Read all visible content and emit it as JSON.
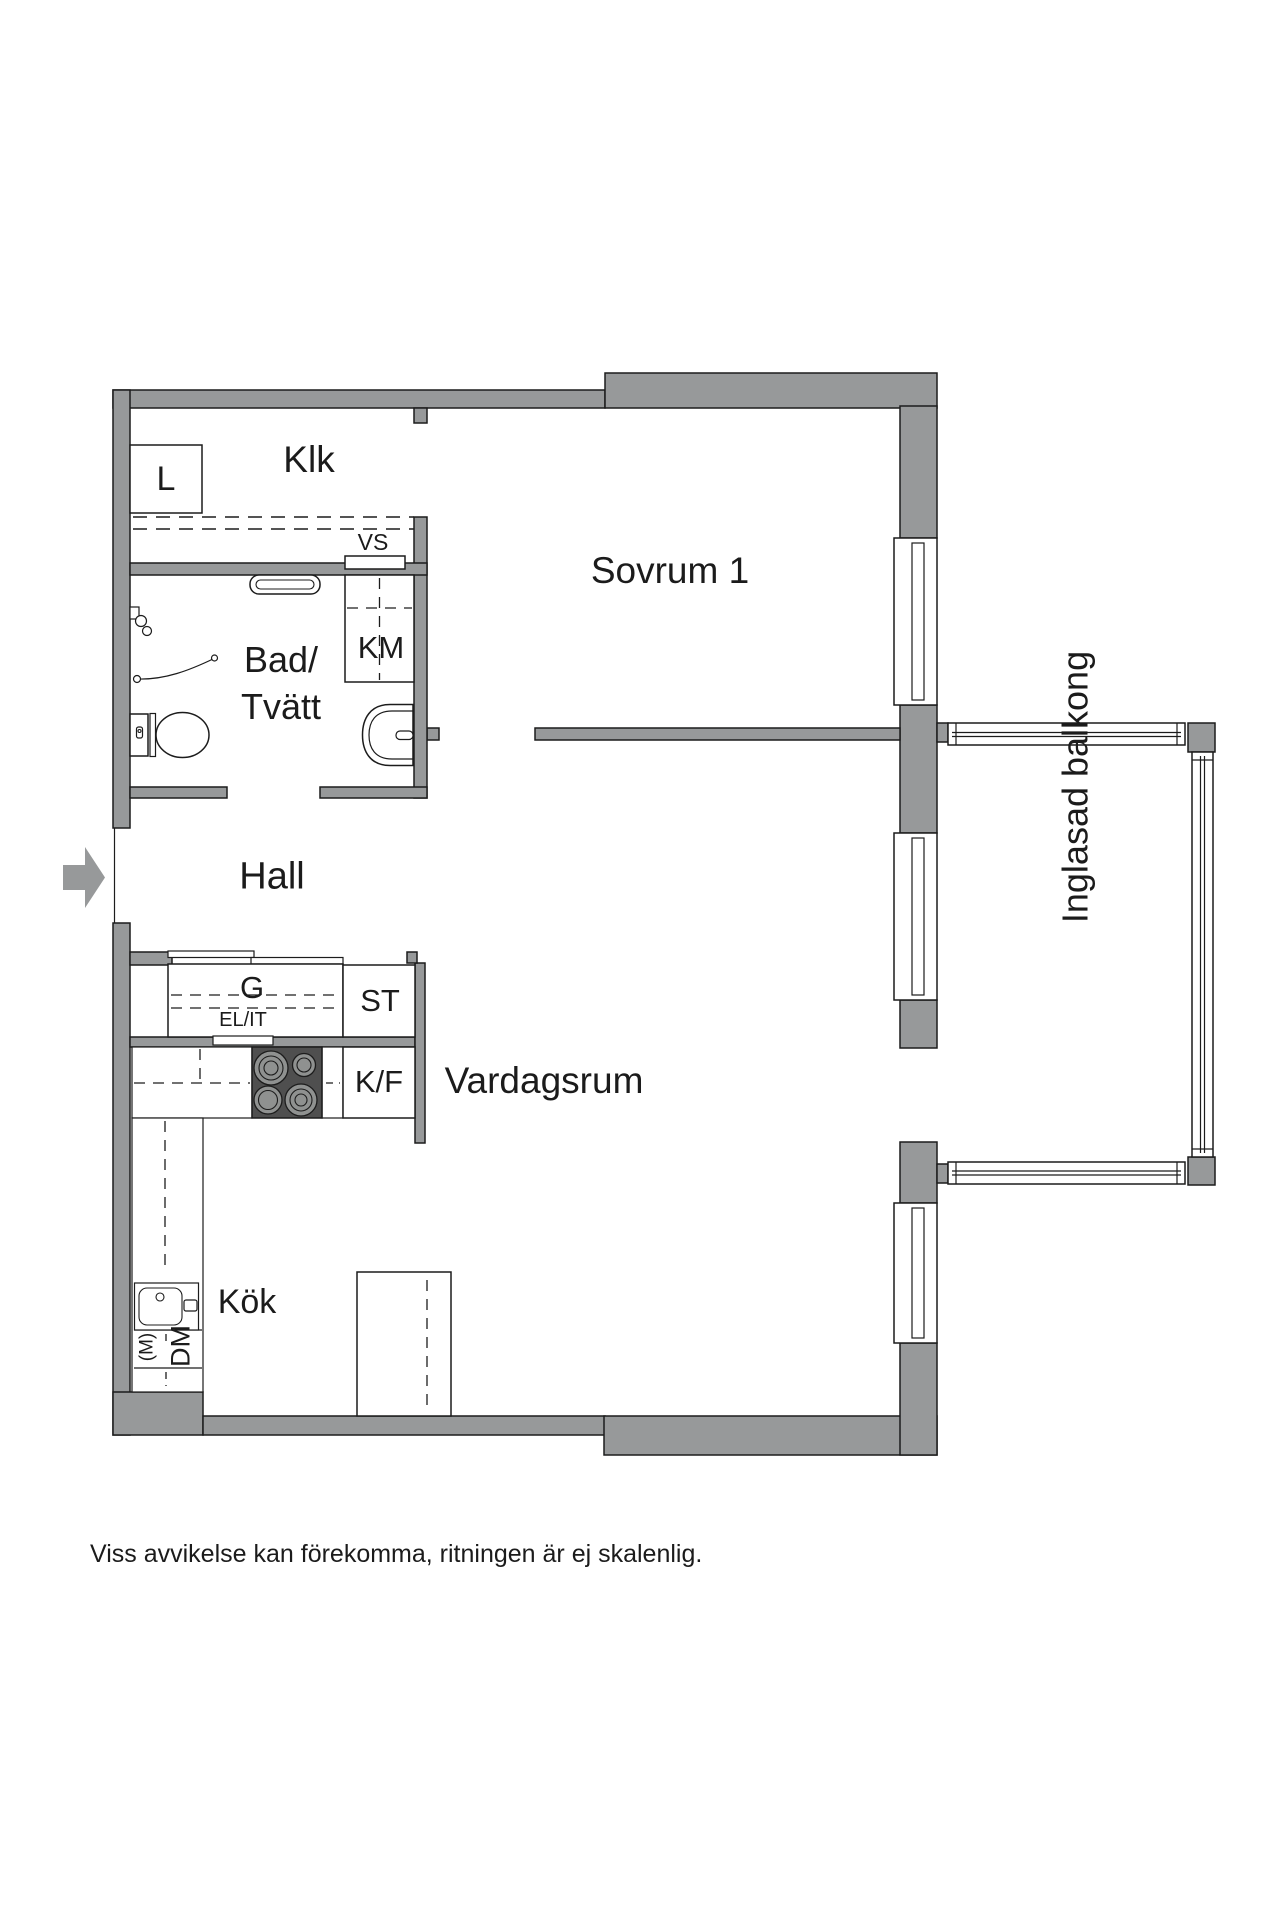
{
  "floorplan": {
    "labels": {
      "walk_in_closet": "Klk",
      "linen_closet": "L",
      "shaft": "VS",
      "washing_machine": "KM",
      "bathroom": "Bad/\nTvätt",
      "bedroom": "Sovrum 1",
      "hall": "Hall",
      "wardrobe": "G",
      "el_it": "EL/IT",
      "cleaning_closet": "ST",
      "fridge_freezer": "K/F",
      "kitchen": "Kök",
      "living_room": "Vardagsrum",
      "microwave": "(M)",
      "dishwasher": "DM",
      "balcony": "Inglasad balkong"
    },
    "disclaimer": "Viss avvikelse kan förekomma, ritningen är ej skalenlig.",
    "colors": {
      "wall": "#97999a",
      "line": "#1c1c1c",
      "stove": "#4f4f4f",
      "burner": "#8f9190",
      "bg": "#ffffff"
    }
  }
}
